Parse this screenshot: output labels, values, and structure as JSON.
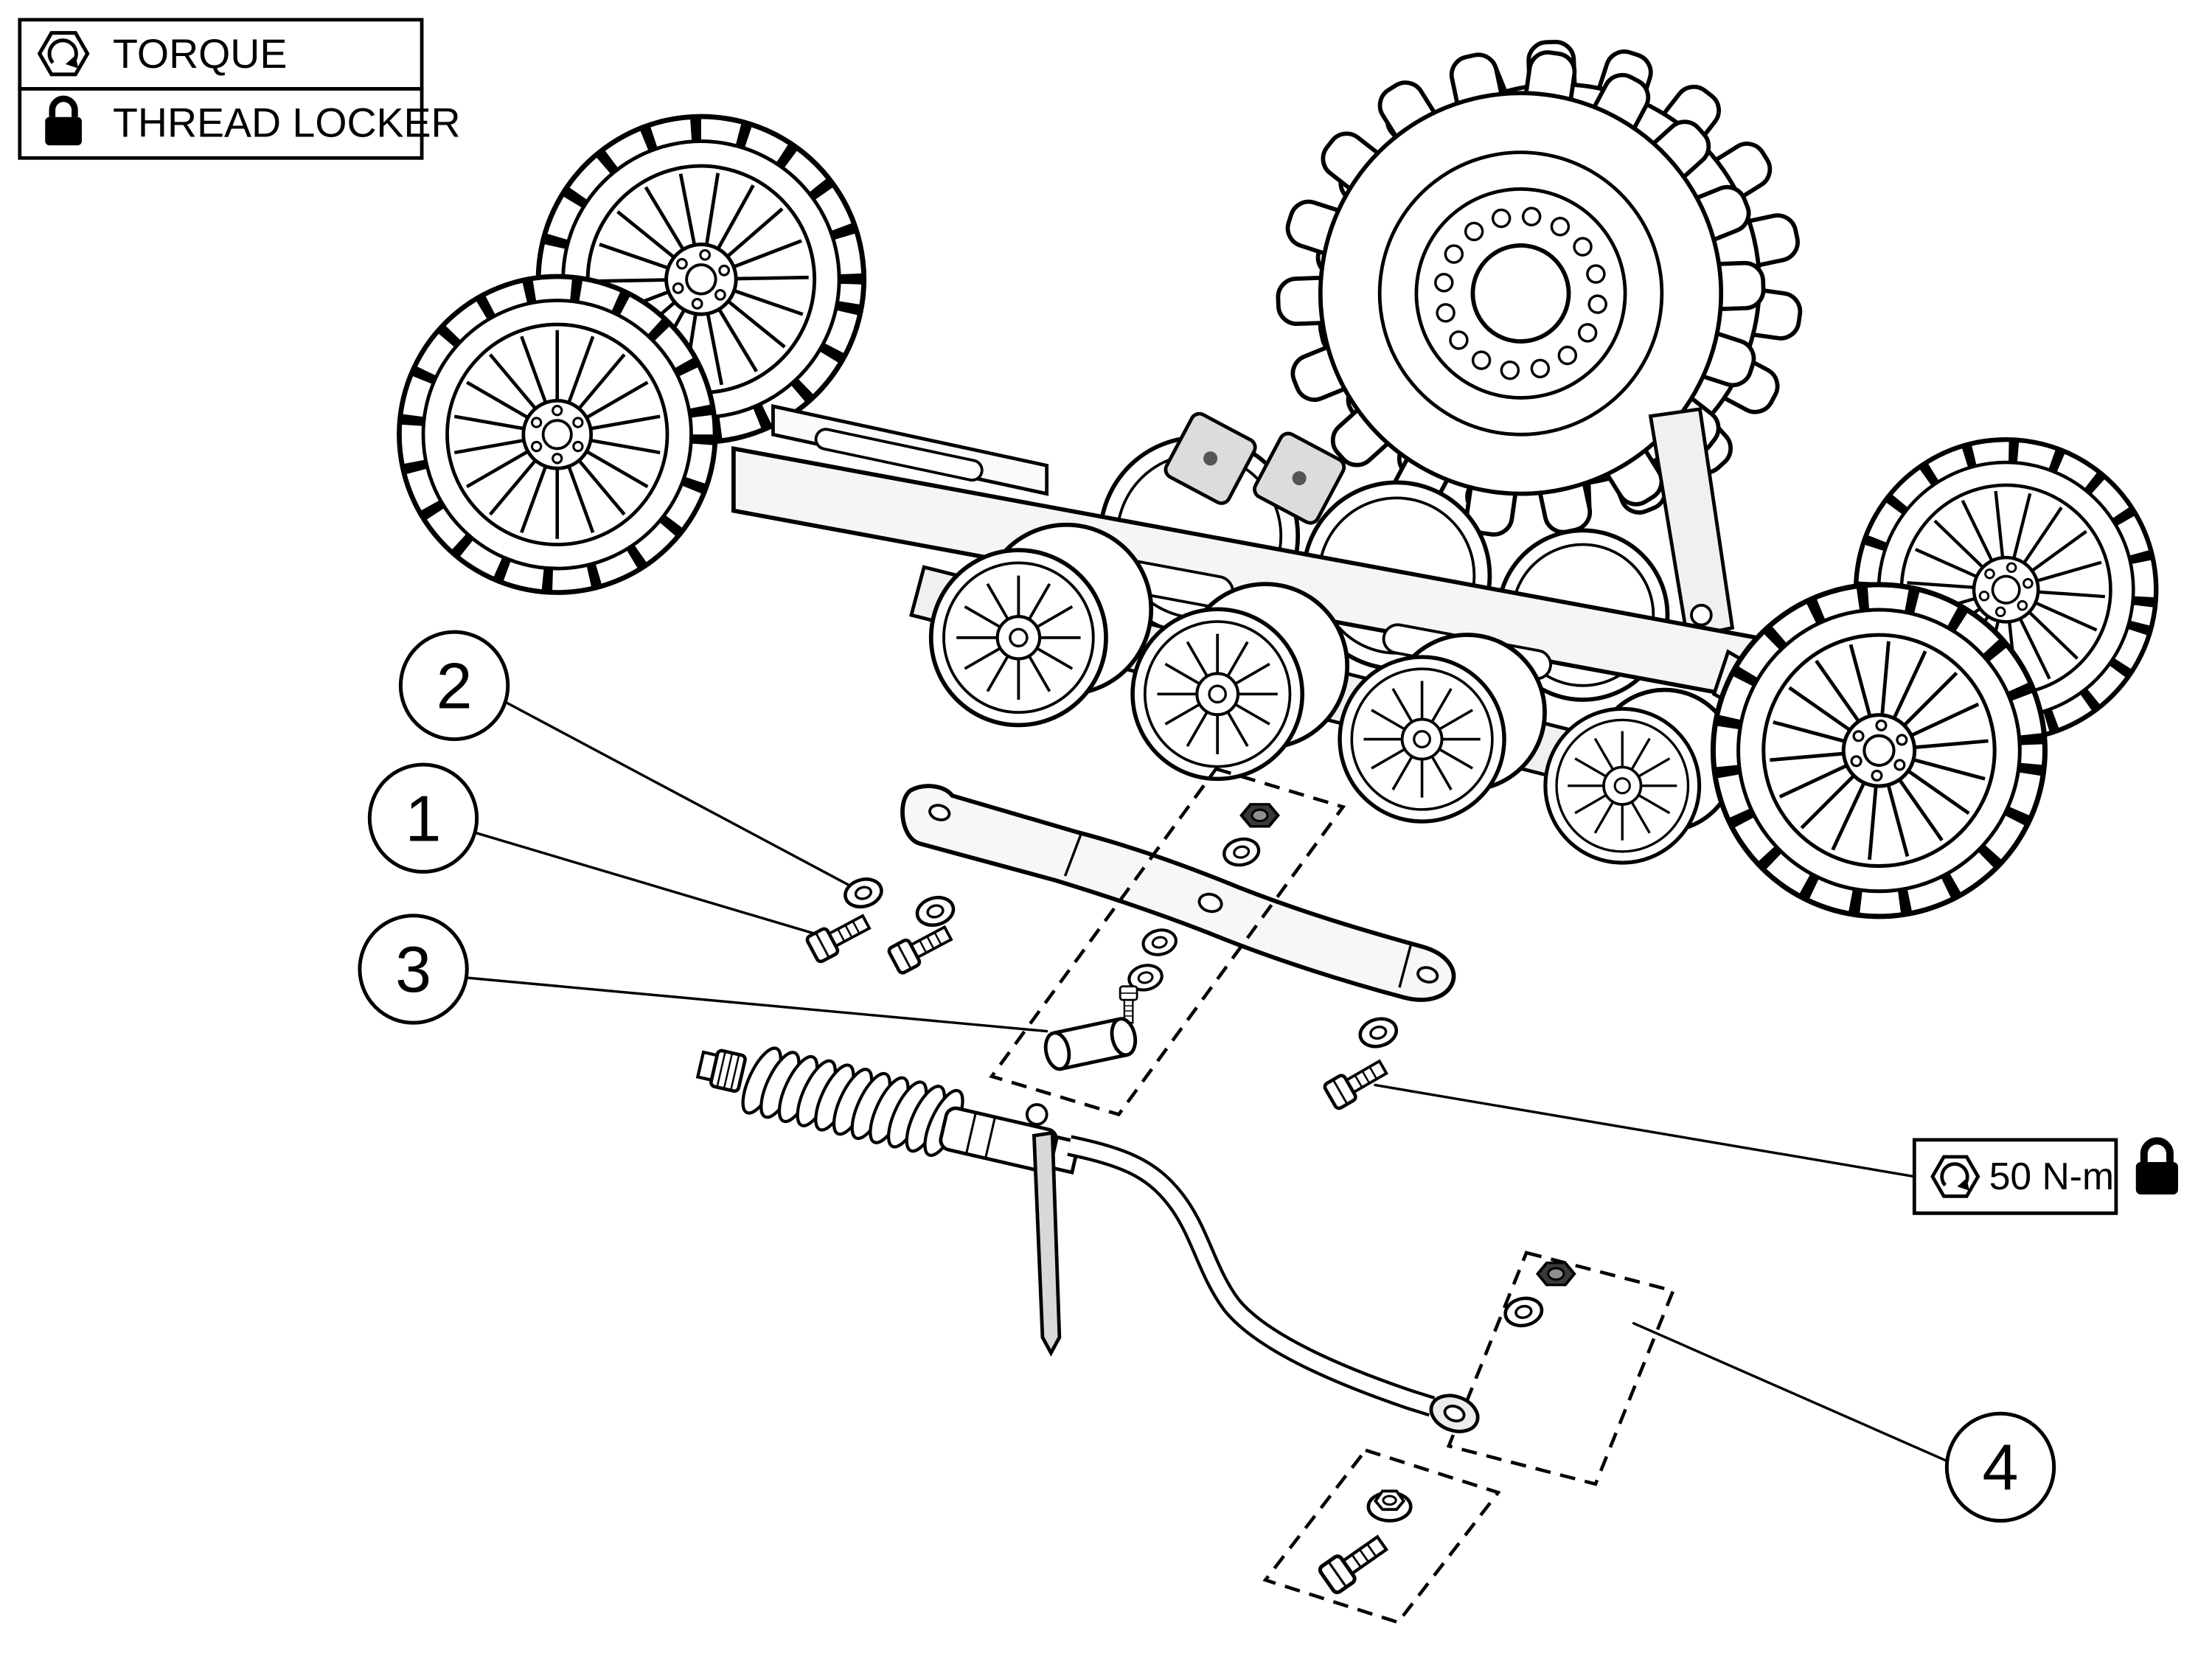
{
  "colors": {
    "background": "#ffffff",
    "line": "#000000",
    "fill_light": "#f5f5f5",
    "fill_dark": "#3a3a3a"
  },
  "legend": {
    "items": [
      {
        "icon": "torque-hex-arrow-icon",
        "label": "TORQUE"
      },
      {
        "icon": "thread-locker-padlock-icon",
        "label": "THREAD LOCKER"
      }
    ]
  },
  "callouts": [
    {
      "number": "1"
    },
    {
      "number": "2"
    },
    {
      "number": "3"
    },
    {
      "number": "4"
    }
  ],
  "torque_spec": {
    "icon": "torque-hex-arrow-icon",
    "value": "50 N-m",
    "thread_locker_icon": "thread-locker-padlock-icon"
  }
}
